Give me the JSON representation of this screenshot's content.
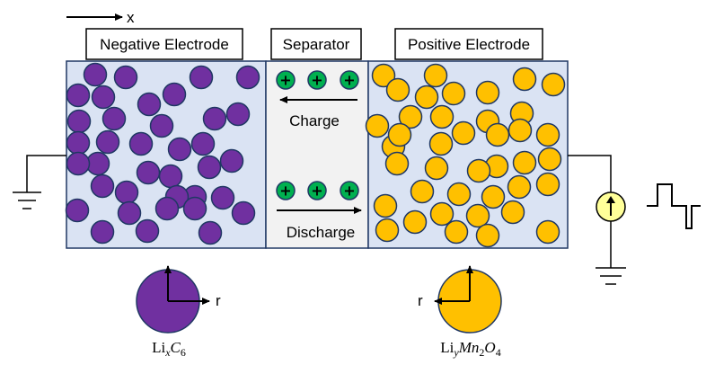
{
  "x_axis_label": "x",
  "labels": {
    "negative_electrode": "Negative Electrode",
    "separator": "Separator",
    "positive_electrode": "Positive Electrode",
    "charge": "Charge",
    "discharge": "Discharge",
    "radial_axis": "r"
  },
  "negative_particle": {
    "element": "Li",
    "sub1": "x",
    "main2": "C",
    "sub2": "6"
  },
  "positive_particle": {
    "element": "Li",
    "sub1": "y",
    "main2": "Mn",
    "sub2": "2",
    "main3": "O",
    "sub3": "4"
  },
  "ion_symbol": "+",
  "colors": {
    "negative_particle": "#7030A0",
    "positive_particle": "#FFC000",
    "electrode_fill": "#DAE3F3",
    "separator_fill": "#F2F2F2",
    "cell_border": "#203864",
    "ion": "#00B050",
    "current_source": "#FFFF99"
  },
  "icons": [
    "ground-icon",
    "current-source-icon",
    "square-pulse-icon",
    "arrow-icon"
  ]
}
